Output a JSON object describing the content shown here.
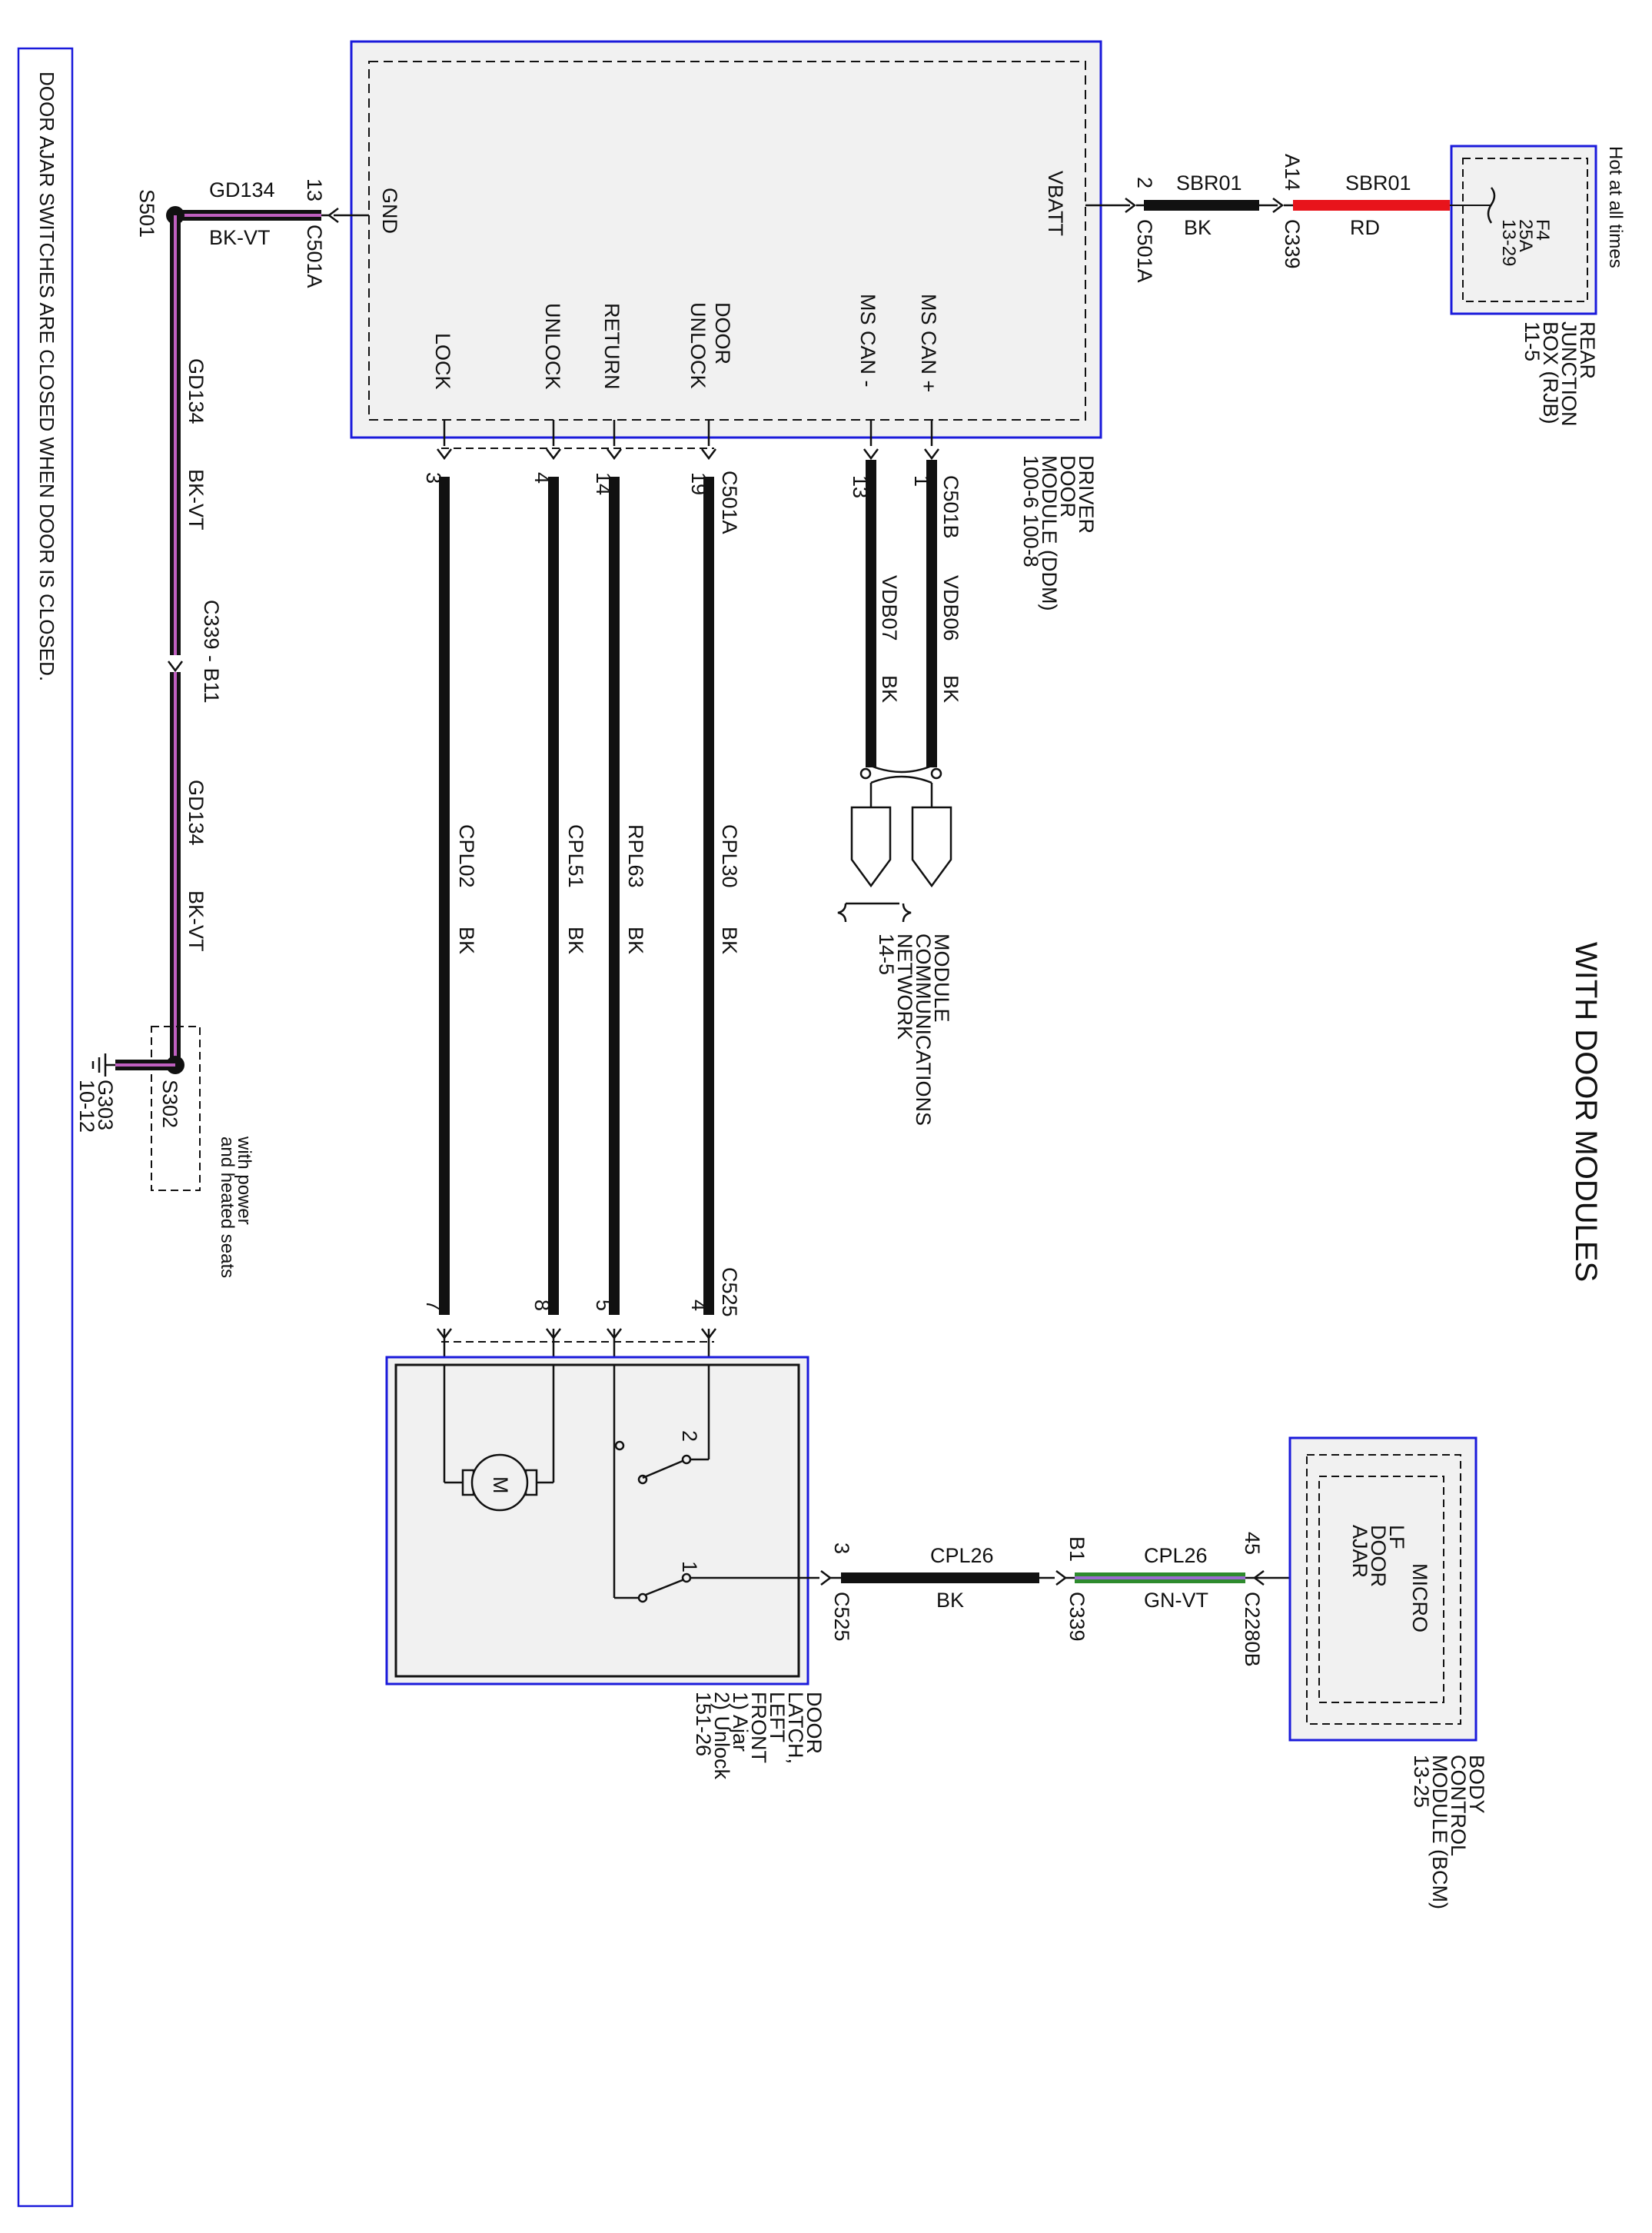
{
  "title": "WITH DOOR MODULES",
  "note": "DOOR AJAR SWITCHES ARE CLOSED WHEN DOOR IS CLOSED.",
  "colors": {
    "box_border": "#1a1adb",
    "box_fill": "#f1f1f1",
    "wire_bk": "#111111",
    "wire_rd": "#e8141b",
    "wire_bkvt": "#c060c0",
    "wire_gnvt_a": "#2e8b2e",
    "wire_gnvt_b": "#9a6ad0"
  },
  "rjb": {
    "hot": "Hot at all times",
    "name": [
      "REAR",
      "JUNCTION",
      "BOX (RJB)",
      "11-5"
    ],
    "fuse": [
      "F4",
      "25A",
      "13-29"
    ]
  },
  "ddm": {
    "name": [
      "DRIVER",
      "DOOR",
      "MODULE (DDM)",
      "100-6  100-8"
    ],
    "pins": {
      "vbatt": "VBATT",
      "gnd": "GND",
      "mscan_p": "MS CAN +",
      "mscan_n": "MS CAN -",
      "door_unlock": [
        "DOOR",
        "UNLOCK"
      ],
      "return": "RETURN",
      "unlock": "UNLOCK",
      "lock": "LOCK"
    }
  },
  "wires": {
    "power": {
      "pin_ddm": "2",
      "conn_ddm": "C501A",
      "circuit_a": "SBR01",
      "color_a": "BK",
      "pin_c339": "A14",
      "conn_c339": "C339",
      "circuit_b": "SBR01",
      "color_b": "RD"
    },
    "ground": {
      "pin": "13",
      "conn": "C501A",
      "circuit": "GD134",
      "color": "BK-VT",
      "splice_top": "S501",
      "inline_conn": "C339 - B11",
      "splice_bottom": "S302",
      "splice_note": [
        "with power",
        "and heated seats"
      ],
      "ground_id": "G303",
      "ground_page": "10-12"
    },
    "can": {
      "conn": "C501B",
      "pin_p": "1",
      "pin_n": "13",
      "circuit_p": "VDB06",
      "color_p": "BK",
      "circuit_n": "VDB07",
      "color_n": "BK",
      "network": [
        "MODULE",
        "COMMUNICATIONS",
        "NETWORK",
        "14-5"
      ]
    },
    "latch": {
      "conn_top": "C501A",
      "conn_bottom": "C525",
      "rows": [
        {
          "pin_top": "19",
          "circuit": "CPL30",
          "color": "BK",
          "pin_bottom": "4"
        },
        {
          "pin_top": "14",
          "circuit": "RPL63",
          "color": "BK",
          "pin_bottom": "5"
        },
        {
          "pin_top": "4",
          "circuit": "CPL51",
          "color": "BK",
          "pin_bottom": "8"
        },
        {
          "pin_top": "3",
          "circuit": "CPL02",
          "color": "BK",
          "pin_bottom": "7"
        }
      ]
    },
    "ajar": {
      "pin_c525": "3",
      "conn_c525": "C525",
      "circuit_a": "CPL26",
      "color_a": "BK",
      "pin_c339": "B1",
      "conn_c339": "C339",
      "circuit_b": "CPL26",
      "color_b": "GN-VT",
      "pin_bcm": "45",
      "conn_bcm": "C2280B"
    }
  },
  "latch_component": {
    "name": [
      "DOOR",
      "LATCH,",
      "LEFT",
      "FRONT",
      "1) Ajar",
      "2) Unlock",
      "151-26"
    ],
    "motor": "M",
    "switch_2": "2",
    "switch_1": "1"
  },
  "bcm": {
    "name": [
      "BODY",
      "CONTROL",
      "MODULE (BCM)",
      "13-25"
    ],
    "micro": "MICRO",
    "inner": [
      "LF",
      "DOOR",
      "AJAR"
    ]
  }
}
